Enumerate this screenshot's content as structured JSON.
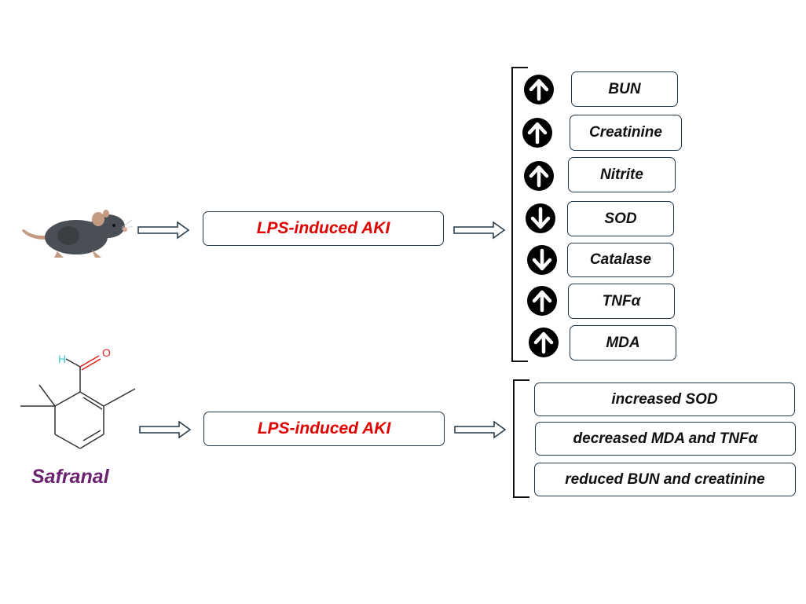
{
  "rows": [
    {
      "subject": "mouse",
      "condition": "LPS-induced AKI",
      "markers": [
        {
          "label": "BUN",
          "direction": "up"
        },
        {
          "label": "Creatinine",
          "direction": "up"
        },
        {
          "label": "Nitrite",
          "direction": "up"
        },
        {
          "label": "SOD",
          "direction": "down"
        },
        {
          "label": "Catalase",
          "direction": "down"
        },
        {
          "label": "TNFα",
          "direction": "up"
        },
        {
          "label": "MDA",
          "direction": "up"
        }
      ]
    },
    {
      "subject": "safranal",
      "compound_name": "Safranal",
      "atoms": {
        "h": "H",
        "o": "O"
      },
      "condition": "LPS-induced AKI",
      "outcomes": [
        "increased SOD",
        "decreased MDA and TNFα",
        "reduced BUN and creatinine"
      ]
    }
  ],
  "colors": {
    "condition_text": "#e00000",
    "compound_label": "#6b2270",
    "box_border": "#243746",
    "hydrogen": "#3cc8c8",
    "oxygen": "#e02020"
  }
}
